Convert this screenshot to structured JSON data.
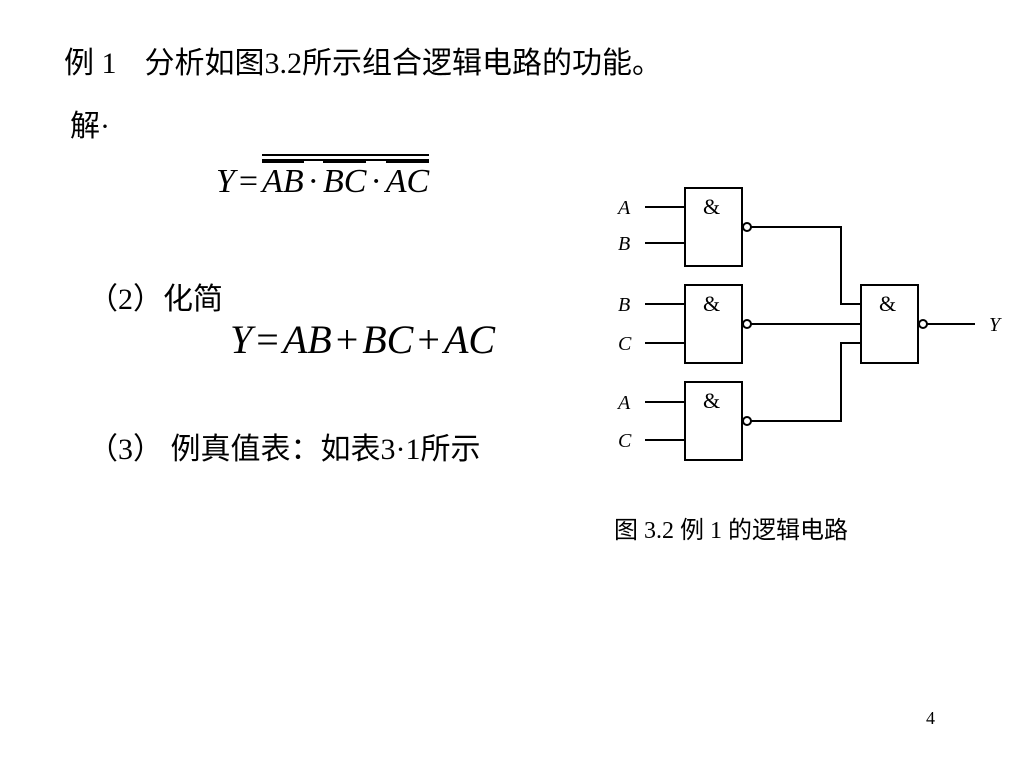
{
  "title": {
    "example": "例 1",
    "text": "分析如图3.2所示组合逻辑电路的功能。"
  },
  "solution_label": "解·",
  "formula1": {
    "lhs": "Y",
    "eq": "=",
    "term1": "AB",
    "term2": "BC",
    "term3": "AC",
    "dot": "·"
  },
  "step2": {
    "label": "（2）化简"
  },
  "formula2": {
    "lhs": "Y",
    "eq": "=",
    "term1": "AB",
    "term2": "BC",
    "term3": "AC",
    "plus": "+"
  },
  "step3": {
    "label": "（3） 例真值表：如表3·1所示"
  },
  "circuit": {
    "gate_symbol": "&",
    "inputs": {
      "gate1_a": "A",
      "gate1_b": "B",
      "gate2_a": "B",
      "gate2_b": "C",
      "gate3_a": "A",
      "gate3_b": "C"
    },
    "output": "Y"
  },
  "caption": "图 3.2  例 1 的逻辑电路",
  "page_number": "4"
}
